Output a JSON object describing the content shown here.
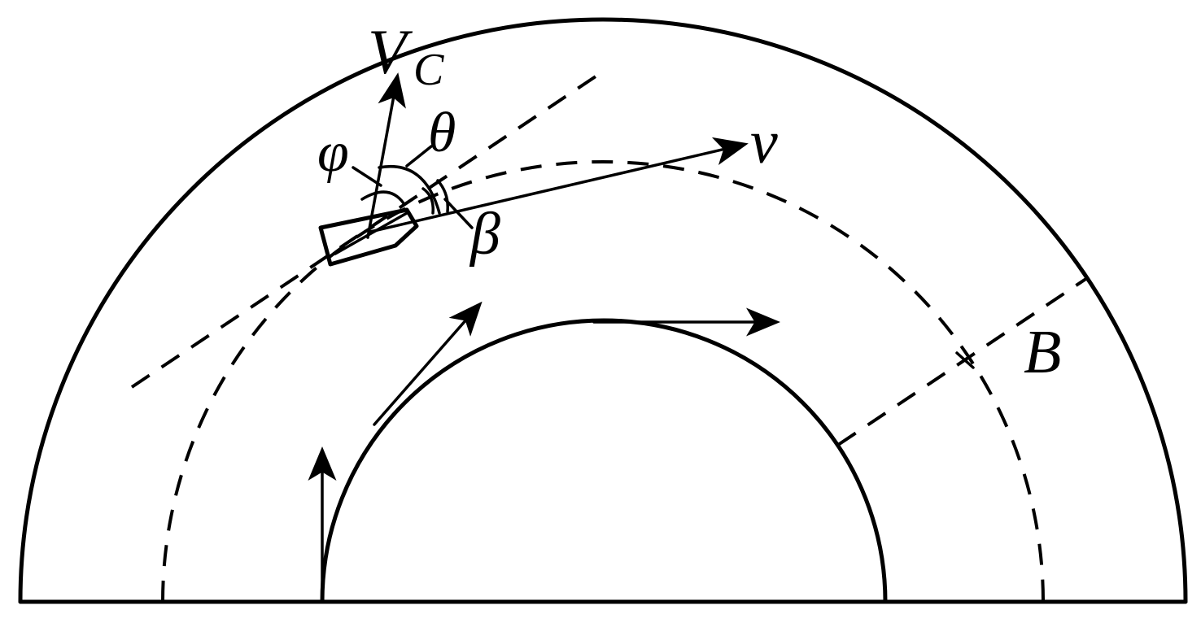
{
  "labels": {
    "vc_main": "V",
    "vc_sub": "C",
    "theta": "θ",
    "phi": "φ",
    "v": "v",
    "beta": "β",
    "b": "B"
  },
  "colors": {
    "stroke": "#000000",
    "background": "#ffffff"
  }
}
